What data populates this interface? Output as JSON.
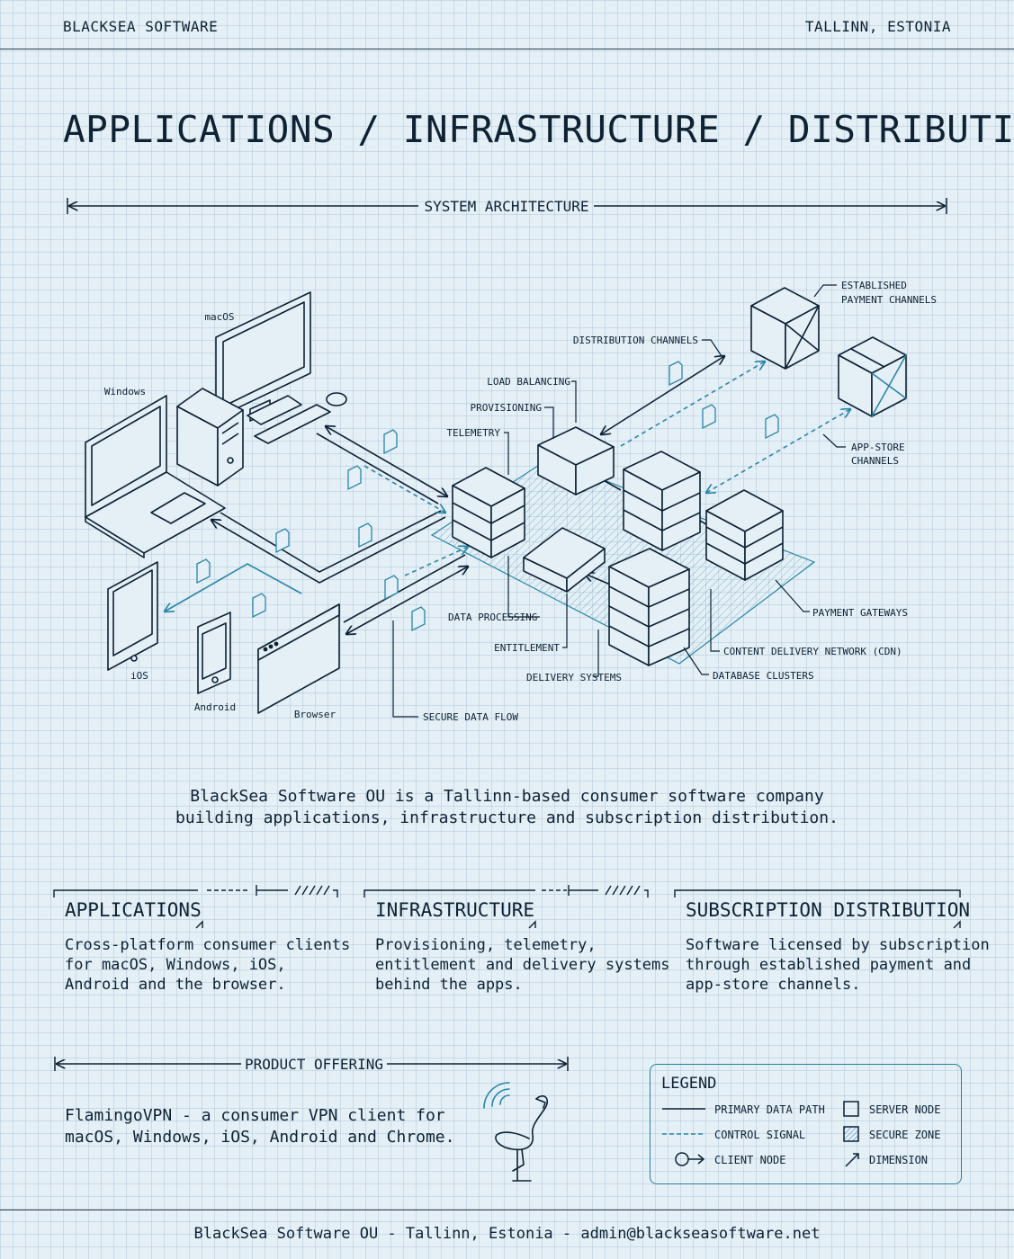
{
  "header": {
    "company": "BLACKSEA SOFTWARE",
    "location": "TALLINN, ESTONIA"
  },
  "title": "APPLICATIONS / INFRASTRUCTURE / DISTRIBUTION",
  "architecture": {
    "section_label": "SYSTEM ARCHITECTURE",
    "clients": {
      "macos": "macOS",
      "windows": "Windows",
      "ios": "iOS",
      "android": "Android",
      "browser": "Browser"
    },
    "labels": {
      "established_payment": [
        "ESTABLISHED",
        "PAYMENT CHANNELS"
      ],
      "distribution_channels": "DISTRIBUTION CHANNELS",
      "load_balancing": "LOAD BALANCING",
      "provisioning": "PROVISIONING",
      "telemetry": "TELEMETRY",
      "app_store": [
        "APP-STORE",
        "CHANNELS"
      ],
      "payment_gateways": "PAYMENT GATEWAYS",
      "data_processing": "DATA PROCESSING",
      "entitlement": "ENTITLEMENT",
      "cdn": "CONTENT DELIVERY NETWORK (CDN)",
      "delivery_systems": "DELIVERY SYSTEMS",
      "database_clusters": "DATABASE CLUSTERS",
      "secure_data_flow": "SECURE DATA FLOW"
    }
  },
  "intro": "BlackSea Software OU is a Tallinn-based consumer software company\nbuilding applications, infrastructure and subscription distribution.",
  "columns": [
    {
      "title": "APPLICATIONS",
      "body": "Cross-platform consumer clients\nfor macOS, Windows, iOS,\nAndroid and the browser."
    },
    {
      "title": "INFRASTRUCTURE",
      "body": "Provisioning, telemetry,\nentitlement and delivery systems\nbehind the apps."
    },
    {
      "title": "SUBSCRIPTION DISTRIBUTION",
      "body": "Software licensed by subscription\nthrough established payment and\napp-store channels."
    }
  ],
  "product": {
    "section_label": "PRODUCT OFFERING",
    "description": "FlamingoVPN - a consumer VPN client for\nmacOS, Windows, iOS, Android and Chrome."
  },
  "legend": {
    "title": "LEGEND",
    "items": {
      "primary": "PRIMARY DATA PATH",
      "control": "CONTROL SIGNAL",
      "client": "CLIENT NODE",
      "server": "SERVER NODE",
      "secure": "SECURE ZONE",
      "dimension": "DIMENSION"
    }
  },
  "footer": "BlackSea Software OU - Tallinn, Estonia - admin@blackseasoftware.net",
  "colors": {
    "ink": "#0e2234",
    "accent": "#2a86a8",
    "background": "#e4eff6"
  }
}
